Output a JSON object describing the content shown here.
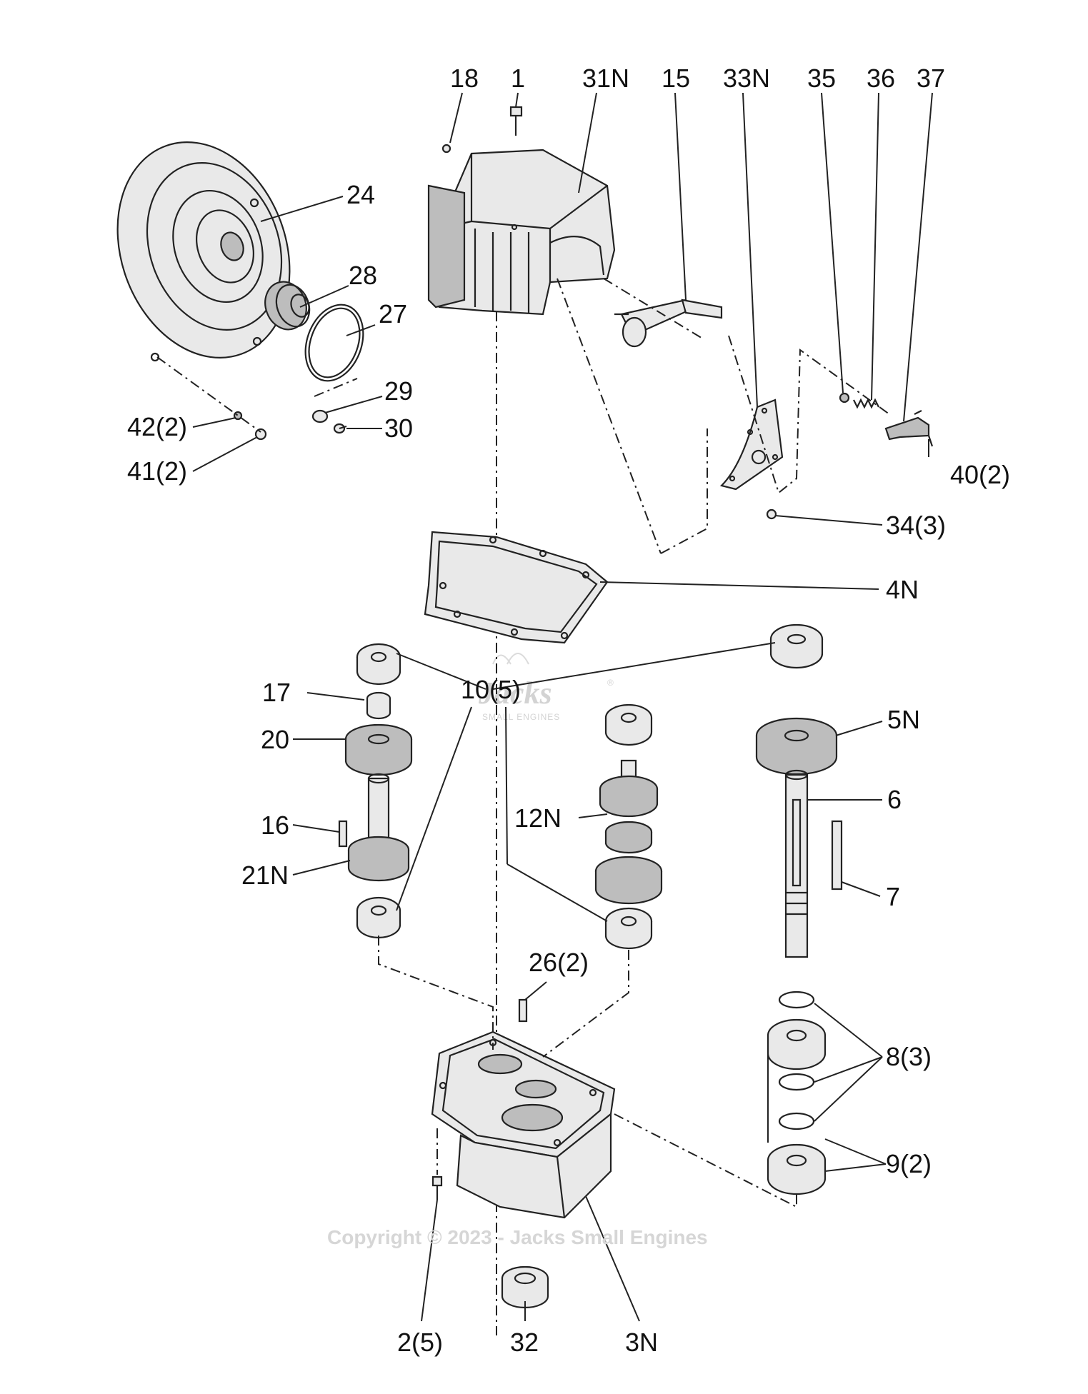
{
  "callouts": {
    "c18": "18",
    "c1": "1",
    "c31N": "31N",
    "c15": "15",
    "c33N": "33N",
    "c35": "35",
    "c36": "36",
    "c37": "37",
    "c24": "24",
    "c28": "28",
    "c27": "27",
    "c29": "29",
    "c30": "30",
    "c42": "42(2)",
    "c41": "41(2)",
    "c40": "40(2)",
    "c34": "34(3)",
    "c4N": "4N",
    "c17": "17",
    "c10": "10(5)",
    "c5N": "5N",
    "c20": "20",
    "c6": "6",
    "c12N": "12N",
    "c16": "16",
    "c21N": "21N",
    "c7": "7",
    "c26": "26(2)",
    "c8": "8(3)",
    "c9": "9(2)",
    "c2": "2(5)",
    "c32": "32",
    "c3N": "3N"
  },
  "watermark": {
    "copyright": "Copyright © 2023 - Jacks Small Engines",
    "logo_text": "Jacks",
    "logo_sub": "SMALL ENGINES",
    "logo_mark": "®"
  }
}
